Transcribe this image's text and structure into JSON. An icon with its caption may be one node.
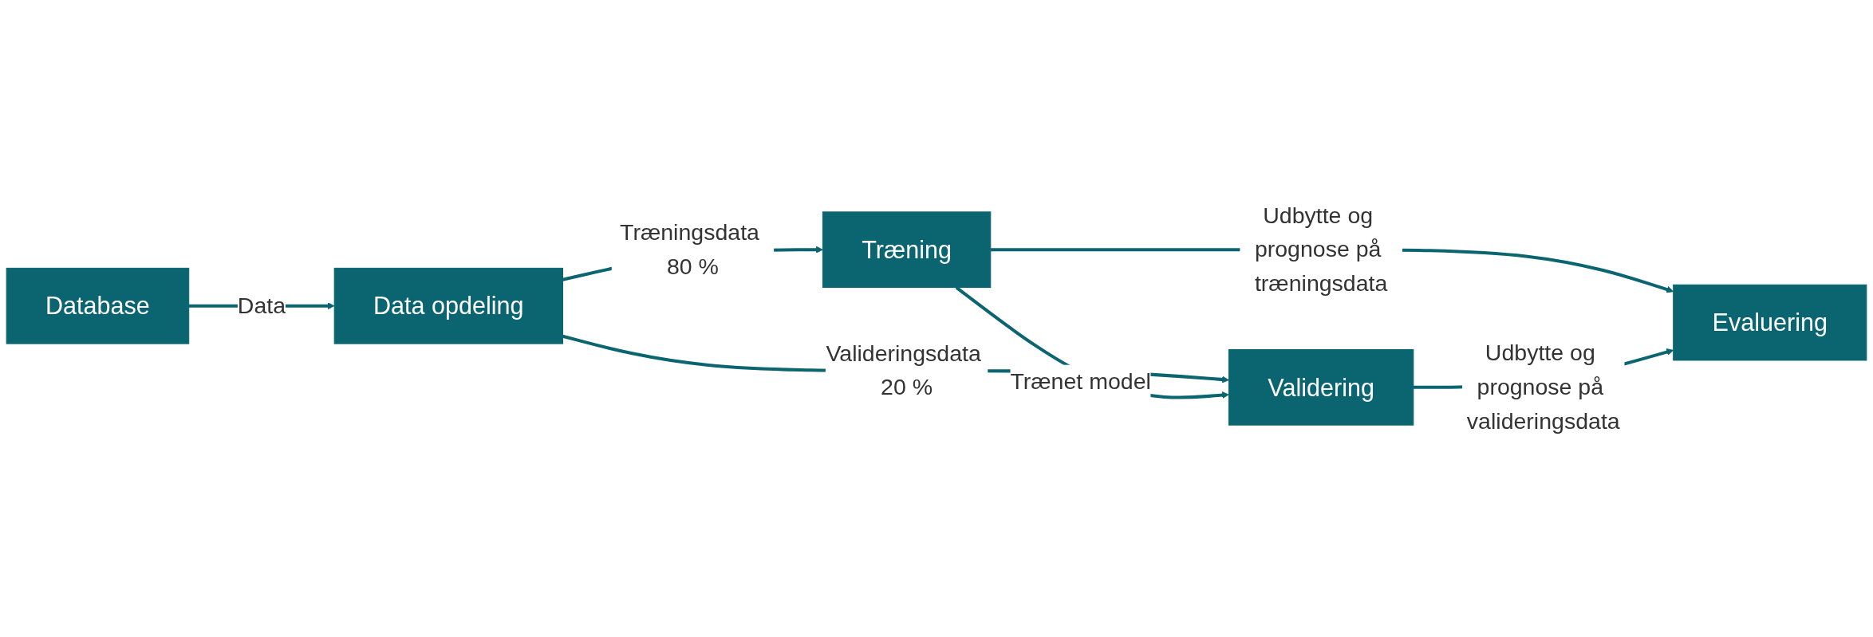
{
  "diagram": {
    "nodes": [
      {
        "text": [
          "Database"
        ]
      },
      {
        "text": [
          "Data opdeling"
        ]
      },
      {
        "text": [
          "Træning"
        ]
      },
      {
        "text": [
          "Validering"
        ]
      },
      {
        "text": [
          "Evaluering"
        ]
      }
    ],
    "edges": [
      {
        "from": 0,
        "to": 1,
        "arrow": "to",
        "label": "Data"
      },
      {
        "from": 1,
        "to": 2,
        "arrow": "to",
        "label": "Træningsdata 80 %"
      },
      {
        "from": 1,
        "to": 3,
        "arrow": "to",
        "label": "Valideringsdata 20 %"
      },
      {
        "from": 2,
        "to": 3,
        "arrow": "to",
        "label": "Trænet model"
      },
      {
        "from": 2,
        "to": 4,
        "arrow": "to",
        "label": "Udbytte og prognose på træningsdata"
      },
      {
        "from": 3,
        "to": 4,
        "arrow": "to",
        "label": "Udbytte og prognose på valideringsdata"
      }
    ]
  }
}
